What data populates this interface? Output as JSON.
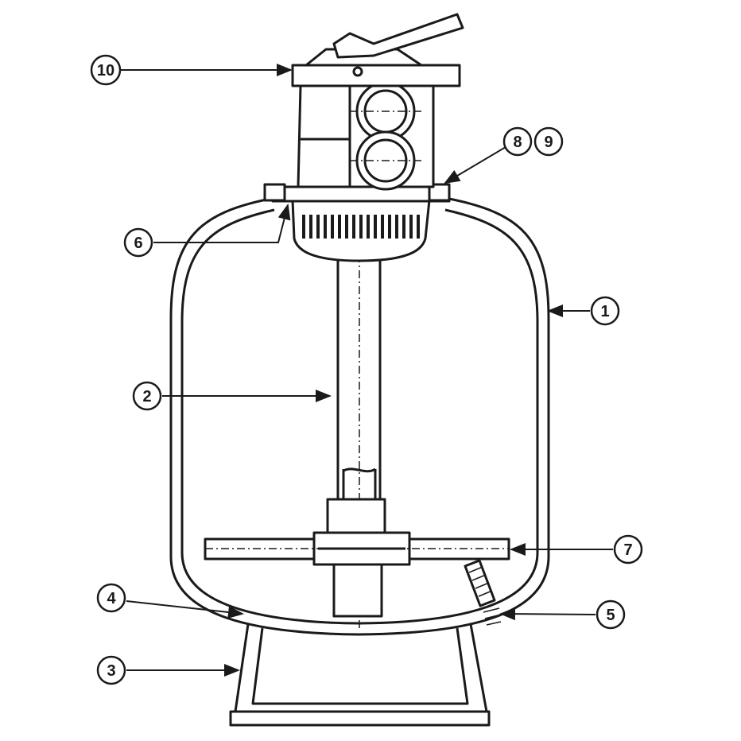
{
  "callouts": [
    {
      "id": "c10",
      "label": "10"
    },
    {
      "id": "c8",
      "label": "8"
    },
    {
      "id": "c9",
      "label": "9"
    },
    {
      "id": "c6",
      "label": "6"
    },
    {
      "id": "c1",
      "label": "1"
    },
    {
      "id": "c2",
      "label": "2"
    },
    {
      "id": "c7",
      "label": "7"
    },
    {
      "id": "c4",
      "label": "4"
    },
    {
      "id": "c5",
      "label": "5"
    },
    {
      "id": "c3",
      "label": "3"
    }
  ]
}
